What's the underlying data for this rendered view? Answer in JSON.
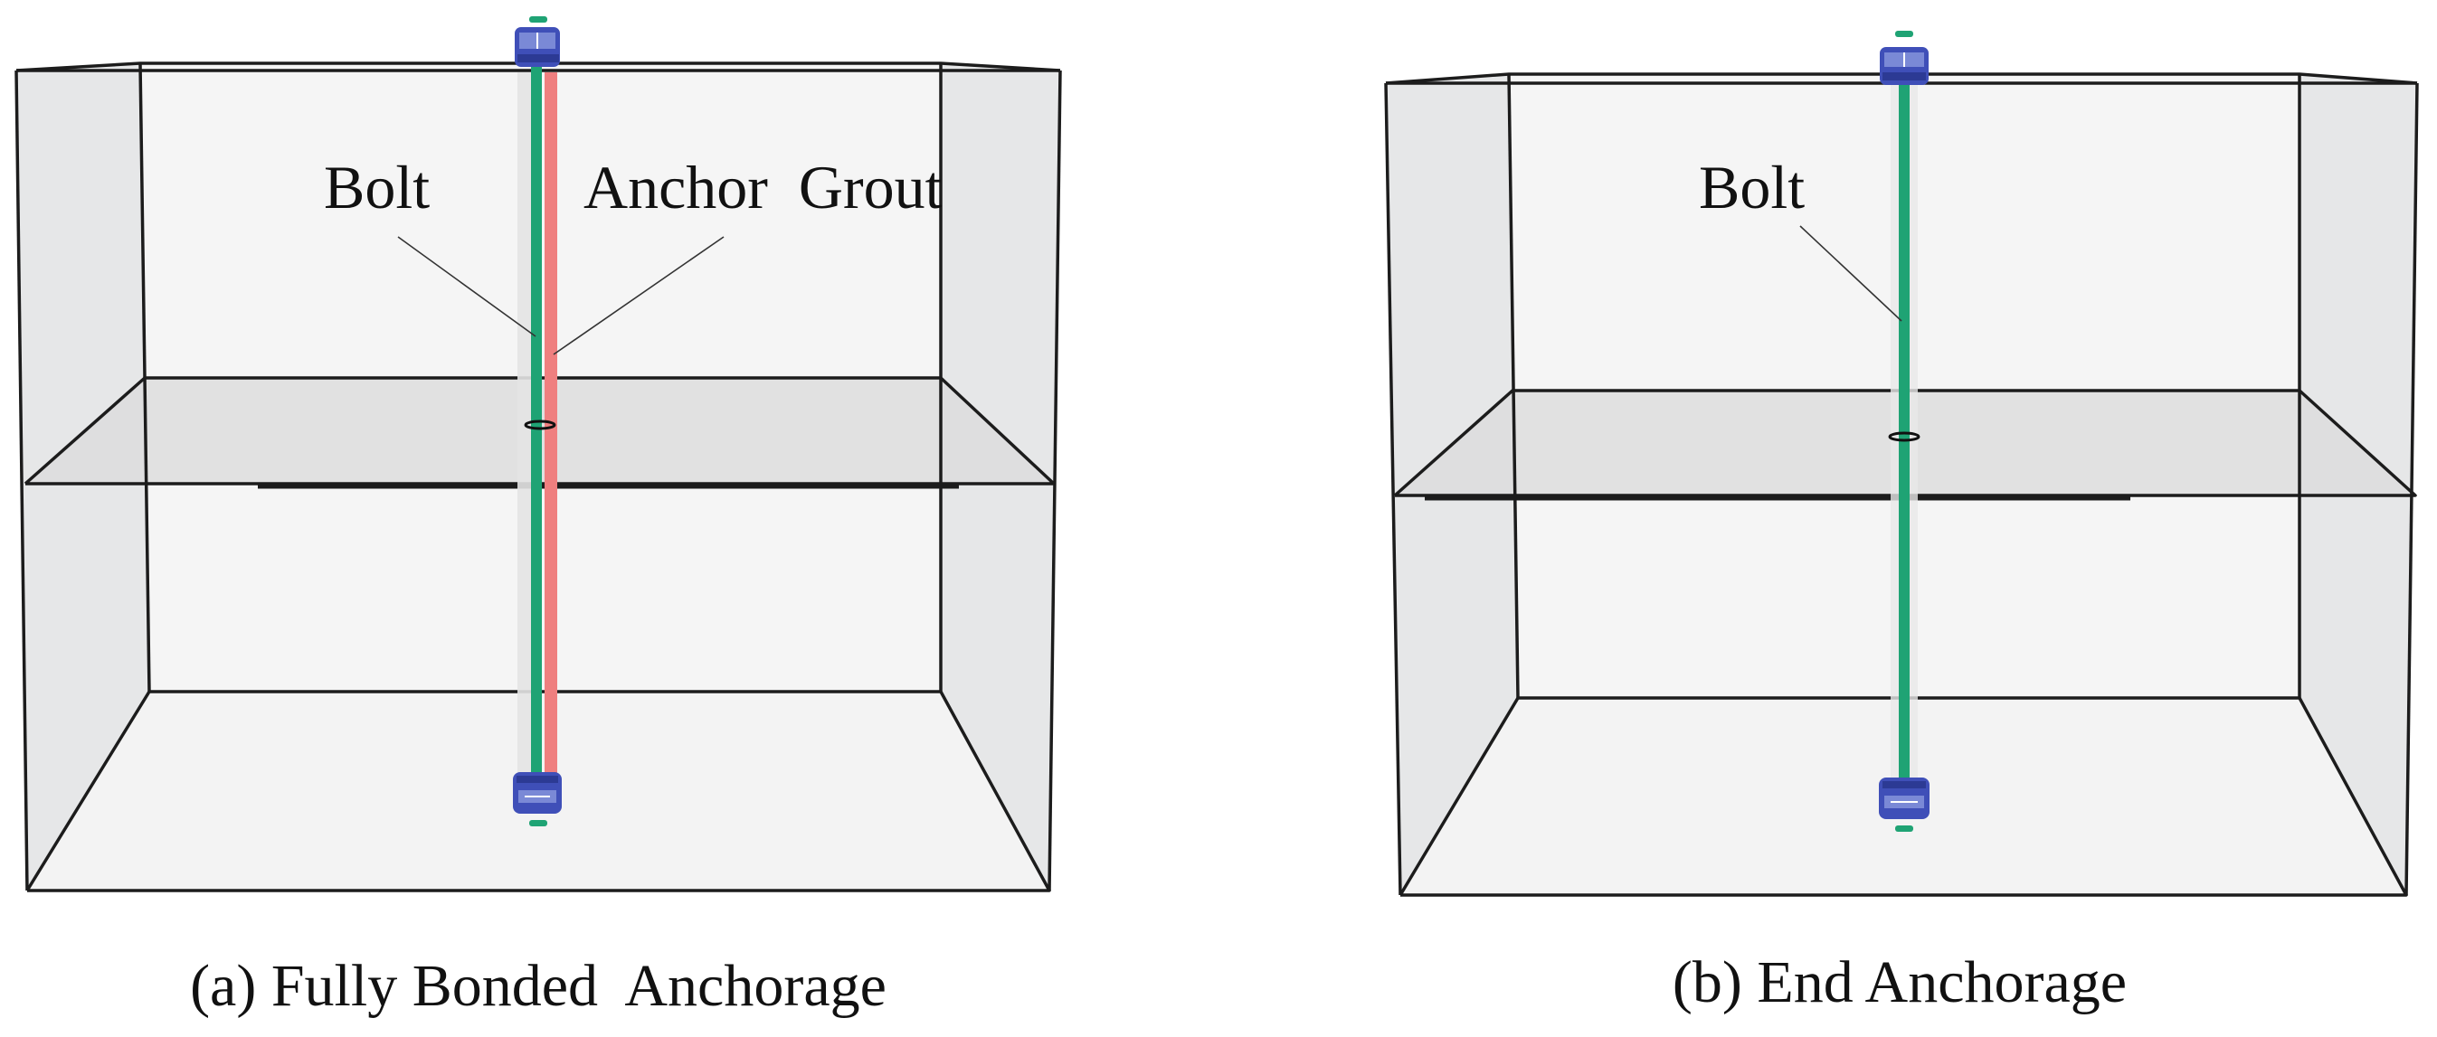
{
  "colors": {
    "bolt": "#1fa374",
    "grout": "#ef7f7f",
    "anchor_plate": "#3f4fb8",
    "edge": "#1c1c1c"
  },
  "panel_a": {
    "label_bolt": "Bolt",
    "label_grout": "Anchor  Grout",
    "caption": "(a) Fully Bonded  Anchorage"
  },
  "panel_b": {
    "label_bolt": "Bolt",
    "caption": "(b) End Anchorage"
  }
}
